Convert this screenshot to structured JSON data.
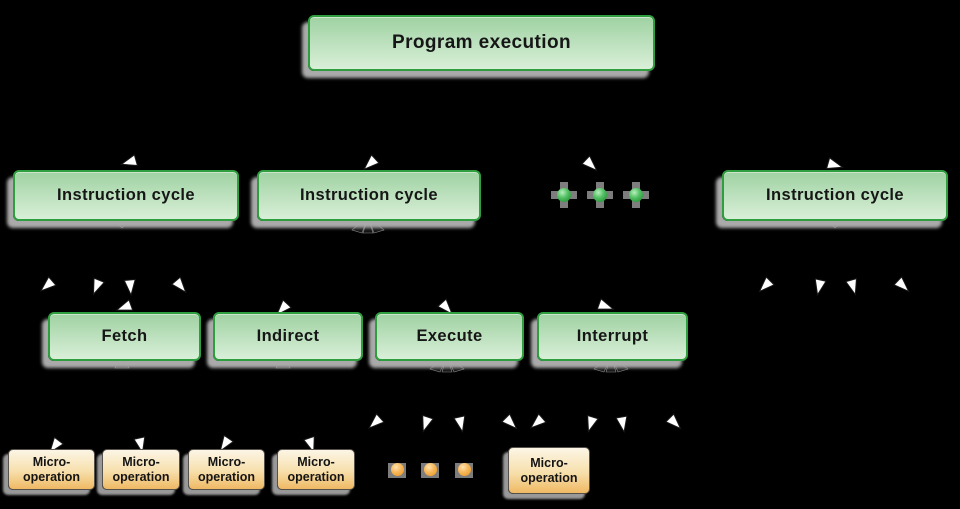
{
  "diagram": {
    "title_node": {
      "label": "Program execution"
    },
    "instruction_cycles": [
      {
        "label": "Instruction cycle"
      },
      {
        "label": "Instruction cycle"
      },
      {
        "label": "Instruction cycle"
      }
    ],
    "phases": [
      {
        "label": "Fetch"
      },
      {
        "label": "Indirect"
      },
      {
        "label": "Execute"
      },
      {
        "label": "Interrupt"
      }
    ],
    "micro_ops": [
      {
        "line1": "Micro-",
        "line2": "operation"
      },
      {
        "line1": "Micro-",
        "line2": "operation"
      },
      {
        "line1": "Micro-",
        "line2": "operation"
      },
      {
        "line1": "Micro-",
        "line2": "operation"
      },
      {
        "line1": "Micro-",
        "line2": "operation"
      }
    ],
    "cycle_ellipsis_dot_count": 3,
    "micro_ellipsis_dot_count": 3,
    "colors": {
      "background": "#000000",
      "green_box_border": "#2f9e3f",
      "green_box_fill_top": "#9fd2a2",
      "green_box_fill_bottom": "#d9efd8",
      "tan_box_border": "#56514a",
      "tan_box_fill_top": "#fcf6e6",
      "tan_box_fill_bottom": "#efb964",
      "green_dot": "#2f9e3f",
      "orange_dot": "#ef9f2e",
      "shadow_gray": "#aaaaaa",
      "text": "#161616",
      "arrowhead_fill": "#ffffff"
    }
  }
}
